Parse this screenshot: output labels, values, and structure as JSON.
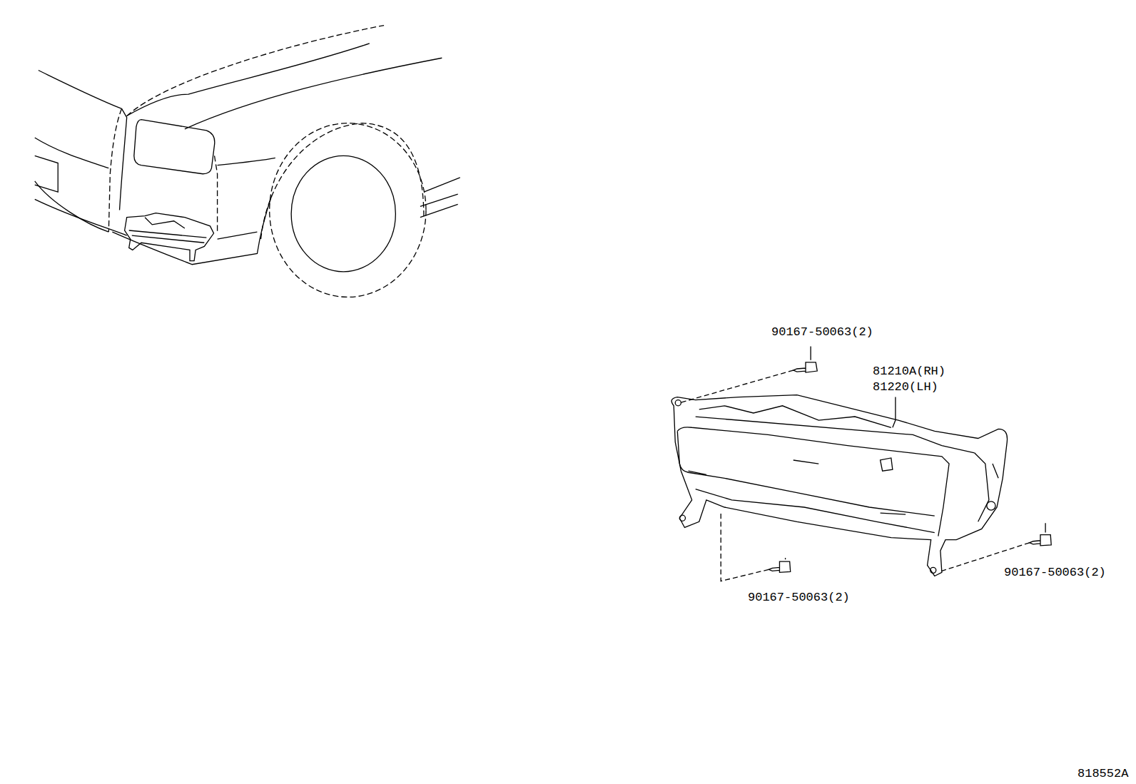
{
  "diagram": {
    "labels": [
      "90167-50063(2)",
      "81210A(RH)",
      "81220(LH)",
      "90167-50063(2)",
      "90167-50063(2)",
      "818552A"
    ]
  }
}
